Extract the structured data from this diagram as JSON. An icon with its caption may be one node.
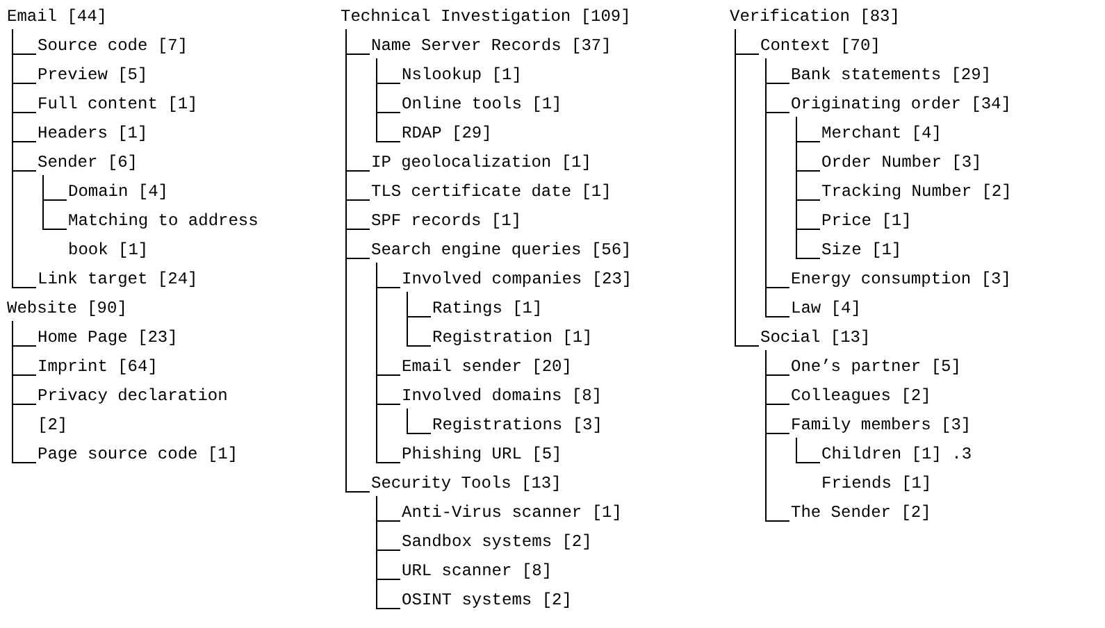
{
  "diagram": {
    "nodes": [
      {
        "text": [
          "Email [44]"
        ]
      },
      {
        "text": [
          "Source code [7]"
        ]
      },
      {
        "text": [
          "Preview [5]"
        ]
      },
      {
        "text": [
          "Full content [1]"
        ]
      },
      {
        "text": [
          "Headers [1]"
        ]
      },
      {
        "text": [
          "Sender [6]"
        ]
      },
      {
        "text": [
          "Domain [4]"
        ]
      },
      {
        "text": [
          "Matching to address book [1]"
        ]
      },
      {
        "text": [
          "Link target [24]"
        ]
      },
      {
        "text": [
          "Website [90]"
        ]
      },
      {
        "text": [
          "Home Page [23]"
        ]
      },
      {
        "text": [
          "Imprint [64]"
        ]
      },
      {
        "text": [
          "Privacy declaration [2]"
        ]
      },
      {
        "text": [
          "Page source code [1]"
        ]
      },
      {
        "text": [
          "Technical Investigation [109]"
        ]
      },
      {
        "text": [
          "Name Server Records [37]"
        ]
      },
      {
        "text": [
          "Nslookup [1]"
        ]
      },
      {
        "text": [
          "Online tools [1]"
        ]
      },
      {
        "text": [
          "RDAP [29]"
        ]
      },
      {
        "text": [
          "IP geolocalization [1]"
        ]
      },
      {
        "text": [
          "TLS certificate date [1]"
        ]
      },
      {
        "text": [
          "SPF records [1]"
        ]
      },
      {
        "text": [
          "Search engine queries [56]"
        ]
      },
      {
        "text": [
          "Involved companies [23]"
        ]
      },
      {
        "text": [
          "Ratings [1]"
        ]
      },
      {
        "text": [
          "Registration [1]"
        ]
      },
      {
        "text": [
          "Email sender [20]"
        ]
      },
      {
        "text": [
          "Involved domains [8]"
        ]
      },
      {
        "text": [
          "Registrations [3]"
        ]
      },
      {
        "text": [
          "Phishing URL [5]"
        ]
      },
      {
        "text": [
          "Security Tools [13]"
        ]
      },
      {
        "text": [
          "Anti-Virus scanner [1]"
        ]
      },
      {
        "text": [
          "Sandbox systems [2]"
        ]
      },
      {
        "text": [
          "URL scanner [8]"
        ]
      },
      {
        "text": [
          "OSINT systems [2]"
        ]
      },
      {
        "text": [
          "Verification [83]"
        ]
      },
      {
        "text": [
          "Context [70]"
        ]
      },
      {
        "text": [
          "Bank statements [29]"
        ]
      },
      {
        "text": [
          "Originating order [34]"
        ]
      },
      {
        "text": [
          "Merchant [4]"
        ]
      },
      {
        "text": [
          "Order Number [3]"
        ]
      },
      {
        "text": [
          "Tracking Number [2]"
        ]
      },
      {
        "text": [
          "Price [1]"
        ]
      },
      {
        "text": [
          "Size [1]"
        ]
      },
      {
        "text": [
          "Energy consumption [3]"
        ]
      },
      {
        "text": [
          "Law [4]"
        ]
      },
      {
        "text": [
          "Social [13]"
        ]
      },
      {
        "text": [
          "One’s partner [5]"
        ]
      },
      {
        "text": [
          "Colleagues [2]"
        ]
      },
      {
        "text": [
          "Family members [3]"
        ]
      },
      {
        "text": [
          "Children [1] .3 Friends [1]"
        ]
      },
      {
        "text": [
          "The Sender [2]"
        ]
      }
    ],
    "edges": [
      {
        "from": 0,
        "to": 1,
        "arrow": "none"
      },
      {
        "from": 0,
        "to": 2,
        "arrow": "none"
      },
      {
        "from": 0,
        "to": 3,
        "arrow": "none"
      },
      {
        "from": 0,
        "to": 4,
        "arrow": "none"
      },
      {
        "from": 0,
        "to": 5,
        "arrow": "none"
      },
      {
        "from": 5,
        "to": 6,
        "arrow": "none"
      },
      {
        "from": 5,
        "to": 7,
        "arrow": "none"
      },
      {
        "from": 0,
        "to": 8,
        "arrow": "none"
      },
      {
        "from": 9,
        "to": 10,
        "arrow": "none"
      },
      {
        "from": 9,
        "to": 11,
        "arrow": "none"
      },
      {
        "from": 9,
        "to": 12,
        "arrow": "none"
      },
      {
        "from": 9,
        "to": 13,
        "arrow": "none"
      },
      {
        "from": 14,
        "to": 15,
        "arrow": "none"
      },
      {
        "from": 15,
        "to": 16,
        "arrow": "none"
      },
      {
        "from": 15,
        "to": 17,
        "arrow": "none"
      },
      {
        "from": 15,
        "to": 18,
        "arrow": "none"
      },
      {
        "from": 14,
        "to": 19,
        "arrow": "none"
      },
      {
        "from": 14,
        "to": 20,
        "arrow": "none"
      },
      {
        "from": 14,
        "to": 21,
        "arrow": "none"
      },
      {
        "from": 14,
        "to": 22,
        "arrow": "none"
      },
      {
        "from": 22,
        "to": 23,
        "arrow": "none"
      },
      {
        "from": 23,
        "to": 24,
        "arrow": "none"
      },
      {
        "from": 23,
        "to": 25,
        "arrow": "none"
      },
      {
        "from": 22,
        "to": 26,
        "arrow": "none"
      },
      {
        "from": 22,
        "to": 27,
        "arrow": "none"
      },
      {
        "from": 27,
        "to": 28,
        "arrow": "none"
      },
      {
        "from": 22,
        "to": 29,
        "arrow": "none"
      },
      {
        "from": 14,
        "to": 30,
        "arrow": "none"
      },
      {
        "from": 30,
        "to": 31,
        "arrow": "none"
      },
      {
        "from": 30,
        "to": 32,
        "arrow": "none"
      },
      {
        "from": 30,
        "to": 33,
        "arrow": "none"
      },
      {
        "from": 30,
        "to": 34,
        "arrow": "none"
      },
      {
        "from": 35,
        "to": 36,
        "arrow": "none"
      },
      {
        "from": 36,
        "to": 37,
        "arrow": "none"
      },
      {
        "from": 36,
        "to": 38,
        "arrow": "none"
      },
      {
        "from": 38,
        "to": 39,
        "arrow": "none"
      },
      {
        "from": 38,
        "to": 40,
        "arrow": "none"
      },
      {
        "from": 38,
        "to": 41,
        "arrow": "none"
      },
      {
        "from": 38,
        "to": 42,
        "arrow": "none"
      },
      {
        "from": 38,
        "to": 43,
        "arrow": "none"
      },
      {
        "from": 36,
        "to": 44,
        "arrow": "none"
      },
      {
        "from": 36,
        "to": 45,
        "arrow": "none"
      },
      {
        "from": 35,
        "to": 46,
        "arrow": "none"
      },
      {
        "from": 46,
        "to": 47,
        "arrow": "none"
      },
      {
        "from": 46,
        "to": 48,
        "arrow": "none"
      },
      {
        "from": 46,
        "to": 49,
        "arrow": "none"
      },
      {
        "from": 49,
        "to": 50,
        "arrow": "none"
      },
      {
        "from": 46,
        "to": 51,
        "arrow": "none"
      }
    ]
  }
}
